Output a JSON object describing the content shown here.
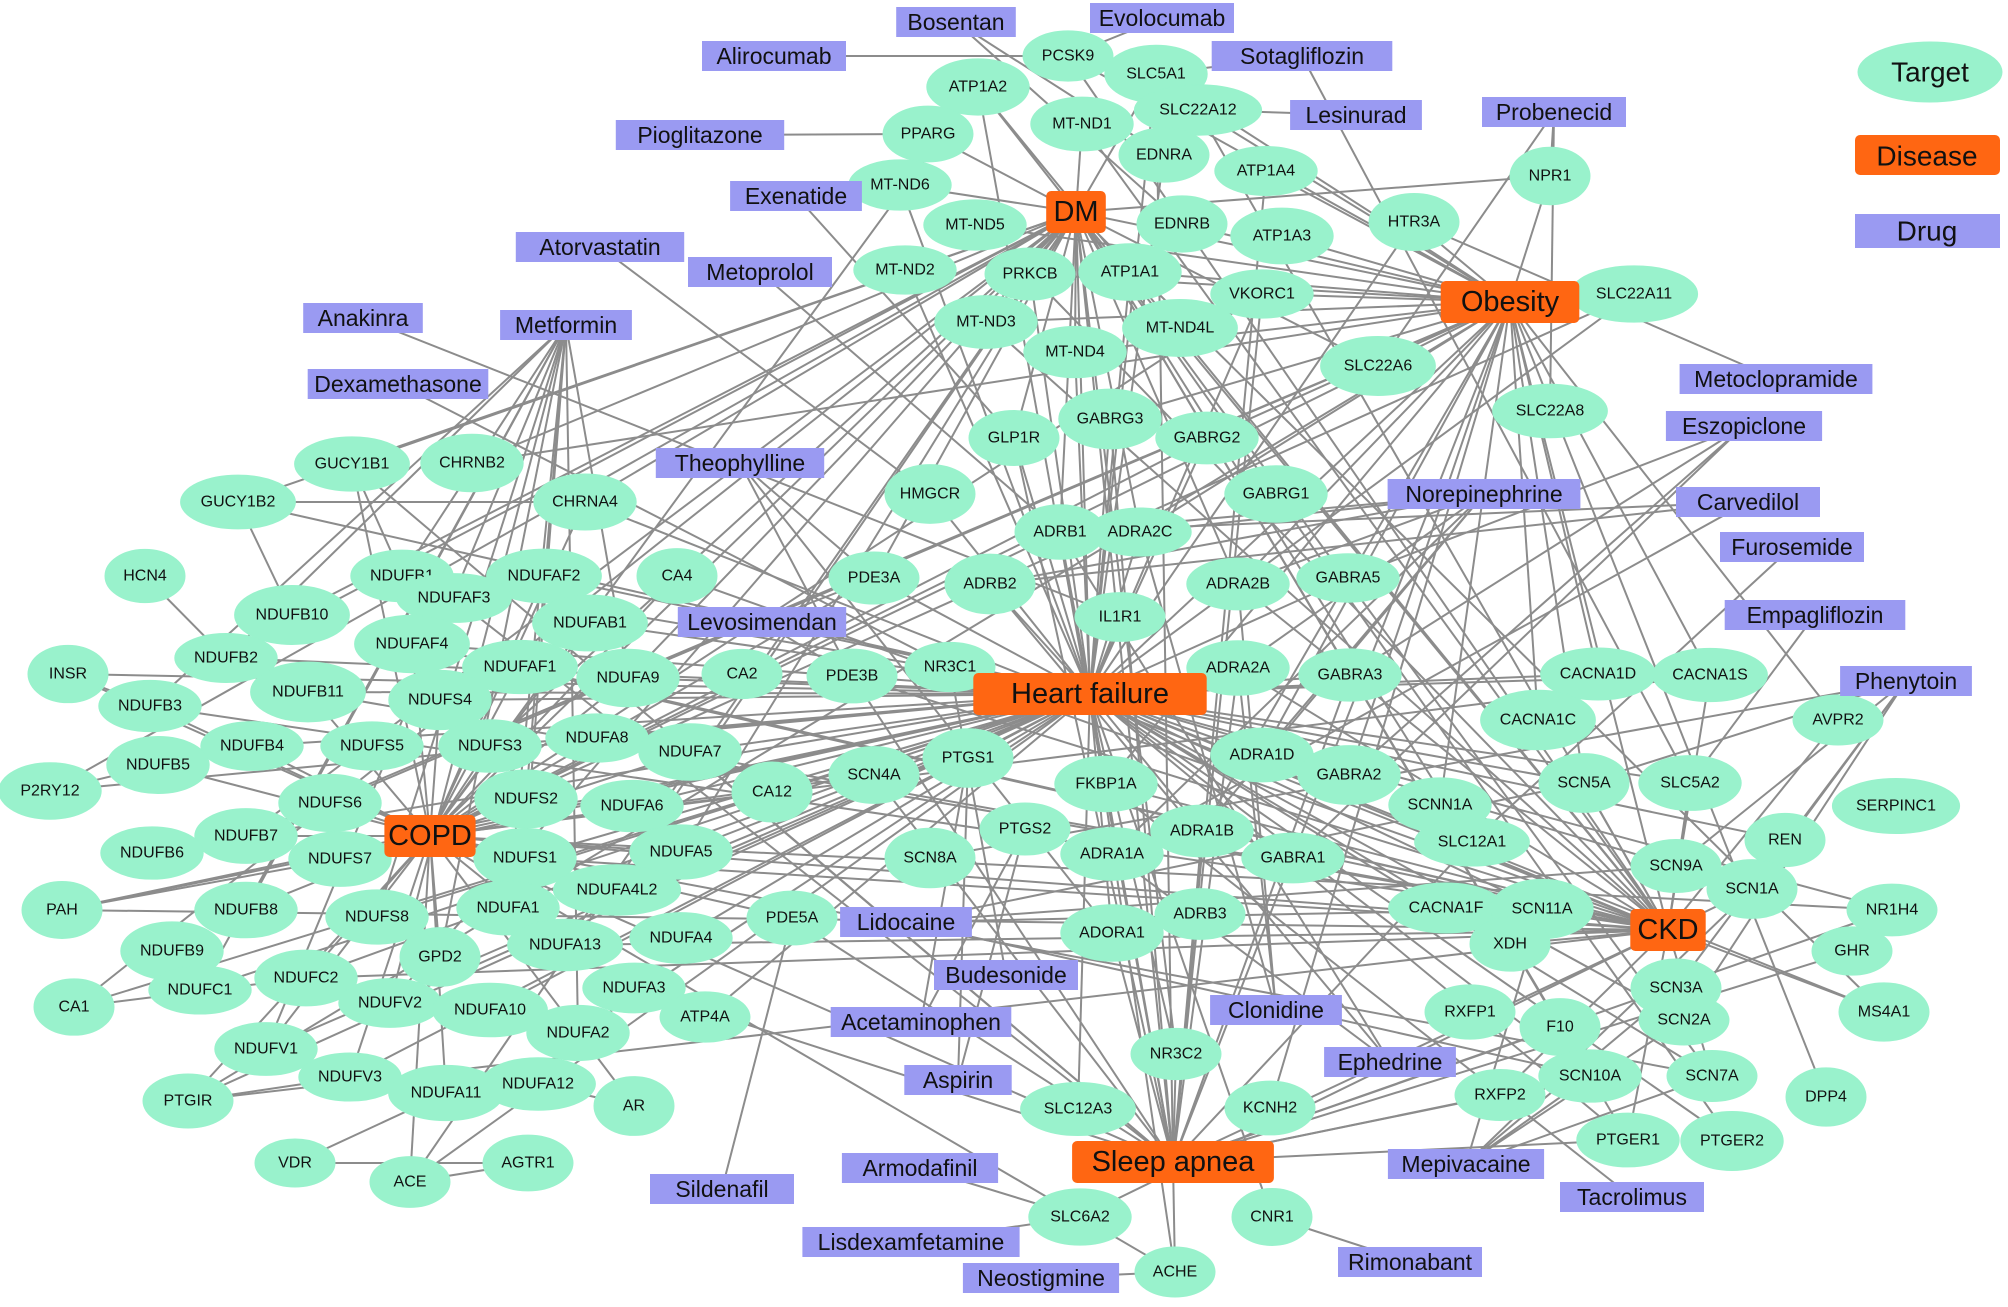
{
  "legend": {
    "target": "Target",
    "disease": "Disease",
    "drug": "Drug"
  },
  "colors": {
    "target": "#99f2cc",
    "disease": "#ff6612",
    "drug": "#9a9af2",
    "edge": "#8c8c8c"
  },
  "diseases": [
    "DM",
    "Obesity",
    "Heart failure",
    "COPD",
    "CKD",
    "Sleep apnea"
  ],
  "drugs": [
    "Bosentan",
    "Evolocumab",
    "Alirocumab",
    "Sotagliflozin",
    "Lesinurad",
    "Pioglitazone",
    "Probenecid",
    "Exenatide",
    "Atorvastatin",
    "Metoprolol",
    "Anakinra",
    "Metformin",
    "Dexamethasone",
    "Metoclopramide",
    "Eszopiclone",
    "Theophylline",
    "Norepinephrine",
    "Carvedilol",
    "Furosemide",
    "Levosimendan",
    "Empagliflozin",
    "Phenytoin",
    "Lidocaine",
    "Budesonide",
    "Acetaminophen",
    "Clonidine",
    "Ephedrine",
    "Aspirin",
    "Mepivacaine",
    "Armodafinil",
    "Sildenafil",
    "Tacrolimus",
    "Lisdexamfetamine",
    "Rimonabant",
    "Neostigmine"
  ],
  "targets": [
    "PCSK9",
    "ATP1A2",
    "SLC5A1",
    "MT-ND1",
    "SLC22A12",
    "PPARG",
    "EDNRA",
    "ATP1A4",
    "MT-ND6",
    "NPR1",
    "MT-ND5",
    "EDNRB",
    "ATP1A3",
    "HTR3A",
    "MT-ND2",
    "PRKCB",
    "ATP1A1",
    "VKORC1",
    "SLC22A11",
    "MT-ND3",
    "MT-ND4L",
    "MT-ND4",
    "SLC22A6",
    "SLC22A8",
    "GABRG3",
    "GLP1R",
    "GABRG2",
    "GUCY1B1",
    "CHRNB2",
    "HMGCR",
    "GABRG1",
    "GUCY1B2",
    "CHRNA4",
    "ADRB1",
    "ADRA2C",
    "HCN4",
    "NDUFB1",
    "NDUFAF2",
    "CA4",
    "PDE3A",
    "ADRB2",
    "ADRA2B",
    "GABRA5",
    "NDUFB10",
    "NDUFAF3",
    "IL1R1",
    "NDUFAB1",
    "INSR",
    "NDUFB2",
    "NDUFAF4",
    "NDUFAF1",
    "NDUFA9",
    "CA2",
    "PDE3B",
    "NR3C1",
    "ADRA2A",
    "GABRA3",
    "CACNA1D",
    "CACNA1S",
    "NDUFB3",
    "NDUFB11",
    "NDUFS4",
    "CACNA1C",
    "AVPR2",
    "NDUFB4",
    "NDUFS5",
    "NDUFS3",
    "NDUFA8",
    "NDUFA7",
    "PTGS1",
    "ADRA1D",
    "NDUFB5",
    "SCN4A",
    "GABRA2",
    "SCN5A",
    "SLC5A2",
    "P2RY12",
    "NDUFS6",
    "CA12",
    "FKBP1A",
    "NDUFS2",
    "NDUFA6",
    "SCNN1A",
    "SERPINC1",
    "NDUFB7",
    "PTGS2",
    "ADRA1B",
    "REN",
    "NDUFB6",
    "NDUFS7",
    "NDUFS1",
    "NDUFA5",
    "ADRA1A",
    "GABRA1",
    "SLC12A1",
    "SCN9A",
    "NDUFA4L2",
    "SCN8A",
    "SCN1A",
    "PAH",
    "NDUFB8",
    "NDUFS8",
    "NDUFA1",
    "PDE5A",
    "CACNA1F",
    "SCN11A",
    "NR1H4",
    "NDUFA4",
    "ADORA1",
    "ADRB3",
    "NDUFB9",
    "NDUFA13",
    "GPD2",
    "XDH",
    "GHR",
    "NDUFC1",
    "NDUFC2",
    "NDUFA3",
    "SCN3A",
    "NDUFV2",
    "NDUFA10",
    "MS4A1",
    "CA1",
    "ATP4A",
    "RXFP1",
    "F10",
    "SCN2A",
    "NDUFA2",
    "NDUFV1",
    "NR3C2",
    "SCN10A",
    "SCN7A",
    "NDUFV3",
    "NDUFA12",
    "NDUFA11",
    "RXFP2",
    "DPP4",
    "PTGIR",
    "KCNH2",
    "AR",
    "SLC12A3",
    "PTGER1",
    "PTGER2",
    "VDR",
    "ACE",
    "AGTR1",
    "SLC6A2",
    "CNR1",
    "ACHE"
  ]
}
